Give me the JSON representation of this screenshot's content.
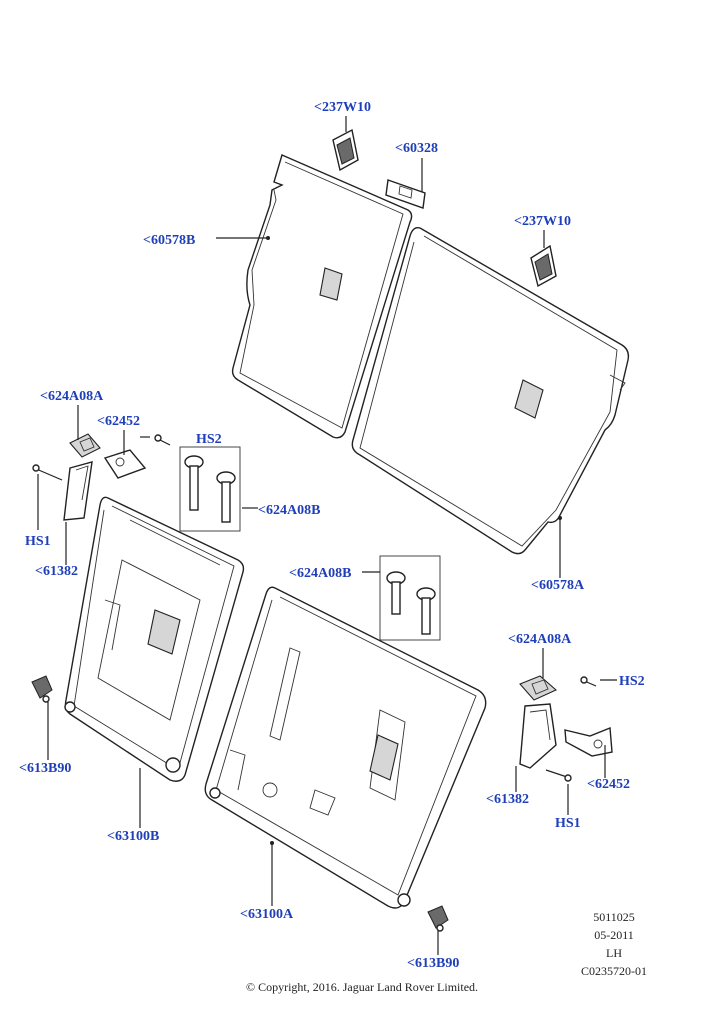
{
  "callouts": {
    "c237w10_top": "<237W10",
    "c60328": "<60328",
    "c60578b": "<60578B",
    "c237w10_right": "<237W10",
    "c624a08a_left": "<624A08A",
    "c62452_left": "<62452",
    "hs2_left": "HS2",
    "hs1_left": "HS1",
    "c61382_left": "<61382",
    "c624a08b_left": "<624A08B",
    "c60578a": "<60578A",
    "c624a08b_center": "<624A08B",
    "c624a08a_right": "<624A08A",
    "hs2_right": "HS2",
    "c61382_right": "<61382",
    "c62452_right": "<62452",
    "hs1_right": "HS1",
    "c613b90_left": "<613B90",
    "c63100b": "<63100B",
    "c63100a": "<63100A",
    "c613b90_bottom": "<613B90"
  },
  "meta": {
    "line1": "5011025",
    "line2": "05-2011",
    "line3": "LH",
    "line4": "C0235720-01"
  },
  "copyright": "© Copyright, 2016. Jaguar Land Rover Limited.",
  "colors": {
    "callout": "#1f3fb8",
    "linework": "#222222"
  }
}
